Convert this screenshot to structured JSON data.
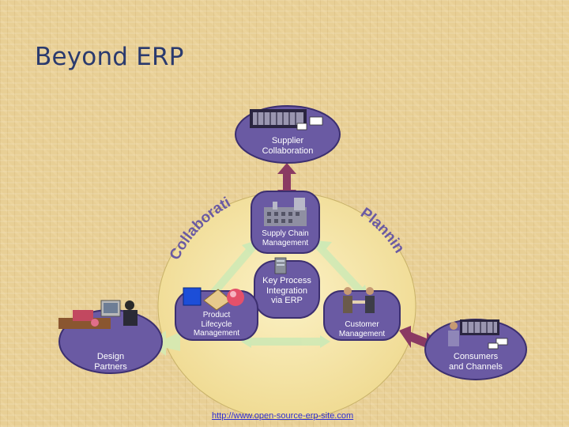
{
  "slide": {
    "title": "Beyond ERP",
    "footer_link": "http://www.open-source-erp-site.com"
  },
  "diagram": {
    "center": {
      "line1": "Key Process",
      "line2": "Integration",
      "line3": "via ERP"
    },
    "supply_chain": {
      "line1": "Supply Chain",
      "line2": "Management"
    },
    "product_lifecycle": {
      "line1": "Product",
      "line2": "Lifecycle",
      "line3": "Management"
    },
    "customer_management": {
      "line1": "Customer",
      "line2": "Management"
    },
    "supplier_collaboration": {
      "line1": "Supplier",
      "line2": "Collaboration"
    },
    "design_partners": {
      "line1": "Design",
      "line2": "Partners"
    },
    "consumers_channels": {
      "line1": "Consumers",
      "line2": "and Channels"
    },
    "arc_left": "Collaborative",
    "arc_right": "Planning"
  },
  "colors": {
    "ring": "#f0e3a6",
    "node_fill": "#6a5aa3",
    "node_edge": "#3c2f70",
    "arrow_light": "#cdebb0",
    "arrow_dark": "#8d3a66",
    "arc_text": "#6a5aa3"
  }
}
